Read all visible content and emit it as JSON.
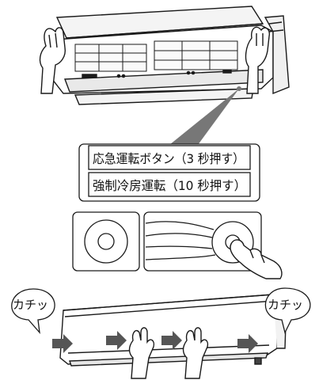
{
  "panel_labels": {
    "emergency": "応急運転ボタン（3 秒押す）",
    "forced_cooling": "強制冷房運転（10 秒押す）"
  },
  "callouts": {
    "left": "カチッ",
    "right": "カチッ"
  },
  "colors": {
    "line": "#1a1a1a",
    "arrow": "#555555",
    "pointer": "#777777",
    "background": "#ffffff"
  },
  "icons": {
    "hand": "hand-icon",
    "arrow": "arrow-right-icon",
    "button": "round-button-icon"
  }
}
